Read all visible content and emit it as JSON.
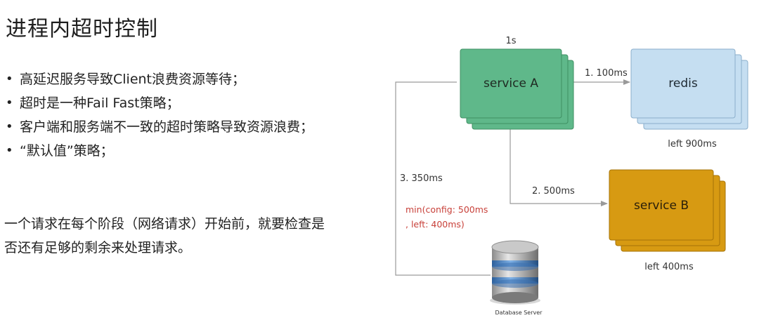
{
  "title": "进程内超时控制",
  "bullets": [
    "高延迟服务导致Client浪费资源等待；",
    "超时是一种Fail Fast策略；",
    "客户端和服务端不一致的超时策略导致资源浪费；",
    "“默认值”策略；"
  ],
  "paragraph": "一个请求在每个阶段（网络请求）开始前，就要检查是否还有足够的剩余来处理请求。",
  "diagram": {
    "service_a": {
      "label": "service A",
      "budget": "1s",
      "color": "#5fb88a",
      "stroke": "#3f8f63"
    },
    "redis": {
      "label": "redis",
      "note": "left 900ms",
      "color": "#c5def1",
      "stroke": "#8aaecb"
    },
    "service_b": {
      "label": "service B",
      "note": "left 400ms",
      "color": "#d79a12",
      "stroke": "#a67308"
    },
    "database": {
      "label": "Database Server"
    },
    "edges": {
      "to_redis": "1. 100ms",
      "to_service_b": "2. 500ms",
      "to_database": "3. 350ms"
    },
    "annotation": {
      "line1": "min(config: 500ms",
      "line2": ", left: 400ms)",
      "color": "#c8413a"
    }
  }
}
